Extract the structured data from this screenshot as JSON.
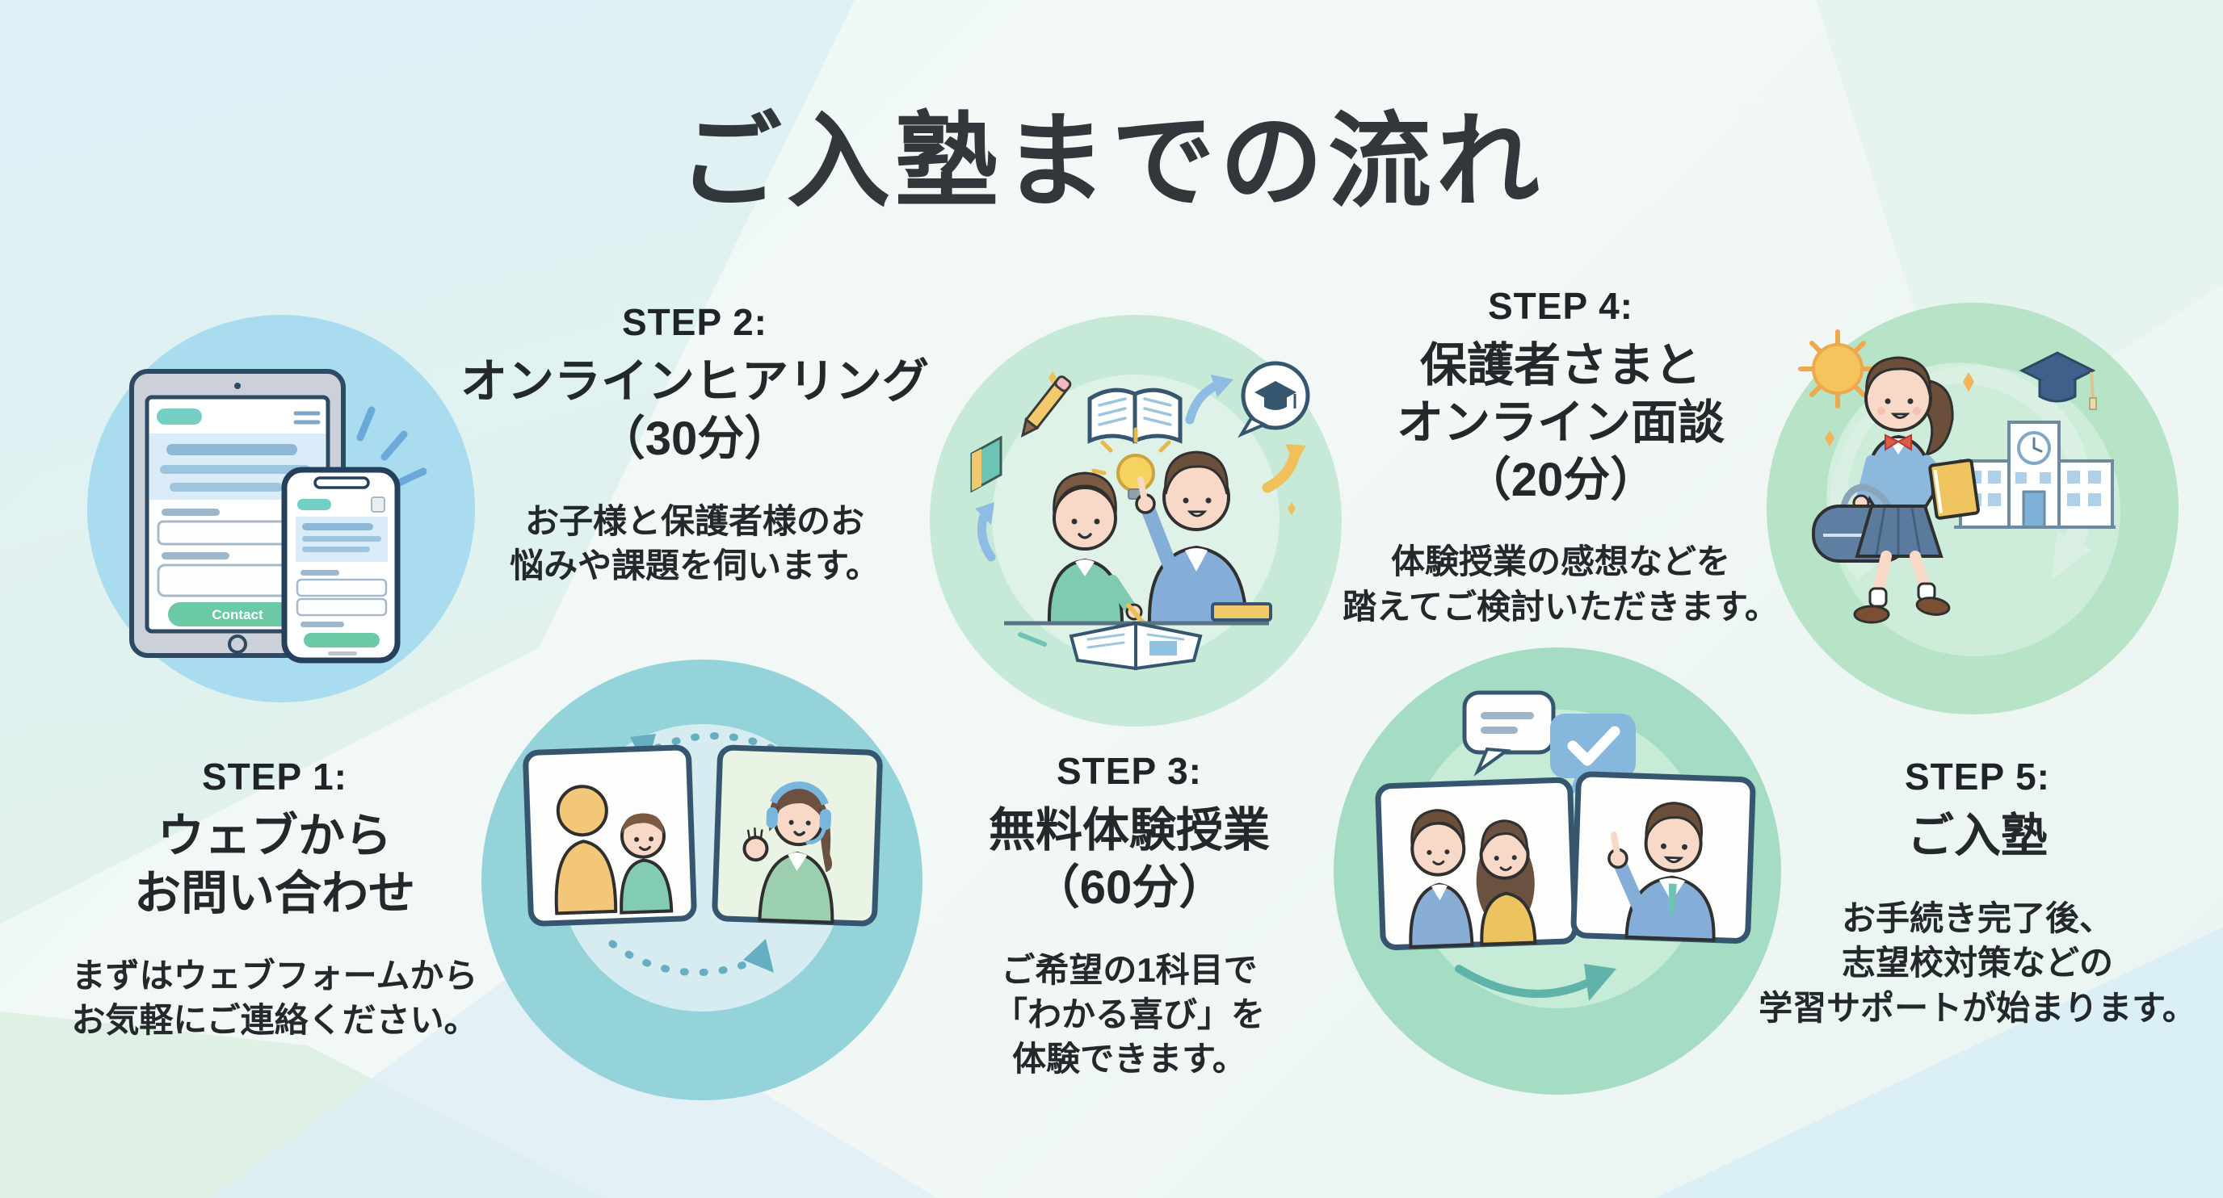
{
  "title": "ご入塾までの流れ",
  "steps": [
    {
      "label": "STEP 1:",
      "heading_lines": [
        "ウェブから",
        "お問い合わせ"
      ],
      "body_lines": [
        "まずはウェブフォームから",
        "お気軽にご連絡ください。"
      ]
    },
    {
      "label": "STEP 2:",
      "heading_lines": [
        "オンラインヒアリング",
        "（30分）"
      ],
      "body_lines": [
        "お子様と保護者様のお",
        "悩みや課題を伺います。"
      ]
    },
    {
      "label": "STEP 3:",
      "heading_lines": [
        "無料体験授業",
        "（60分）"
      ],
      "body_lines": [
        "ご希望の1科目で",
        "「わかる喜び」を",
        "体験できます。"
      ]
    },
    {
      "label": "STEP 4:",
      "heading_lines": [
        "保護者さまと",
        "オンライン面談",
        "（20分）"
      ],
      "body_lines": [
        "体験授業の感想などを",
        "踏えてご検討いただきます。"
      ]
    },
    {
      "label": "STEP 5:",
      "heading_lines": [
        "ご入塾"
      ],
      "body_lines": [
        "お手続き完了後、",
        "志望校対策などの",
        "学習サポートが始まります。"
      ]
    }
  ],
  "illustrations": {
    "step1": {
      "contact_button_label": "Contact"
    }
  },
  "colors": {
    "title_text": "#31373a",
    "body_text": "#23282b",
    "circle_step1": "#a9dcee",
    "circle_step2": "#93d3d9",
    "circle_step3": "#c6ead7",
    "circle_step4": "#a4ddc4",
    "circle_step5": "#b7e4c7",
    "contact_button": "#6bc9a6",
    "accent_blue": "#88b8e0"
  }
}
